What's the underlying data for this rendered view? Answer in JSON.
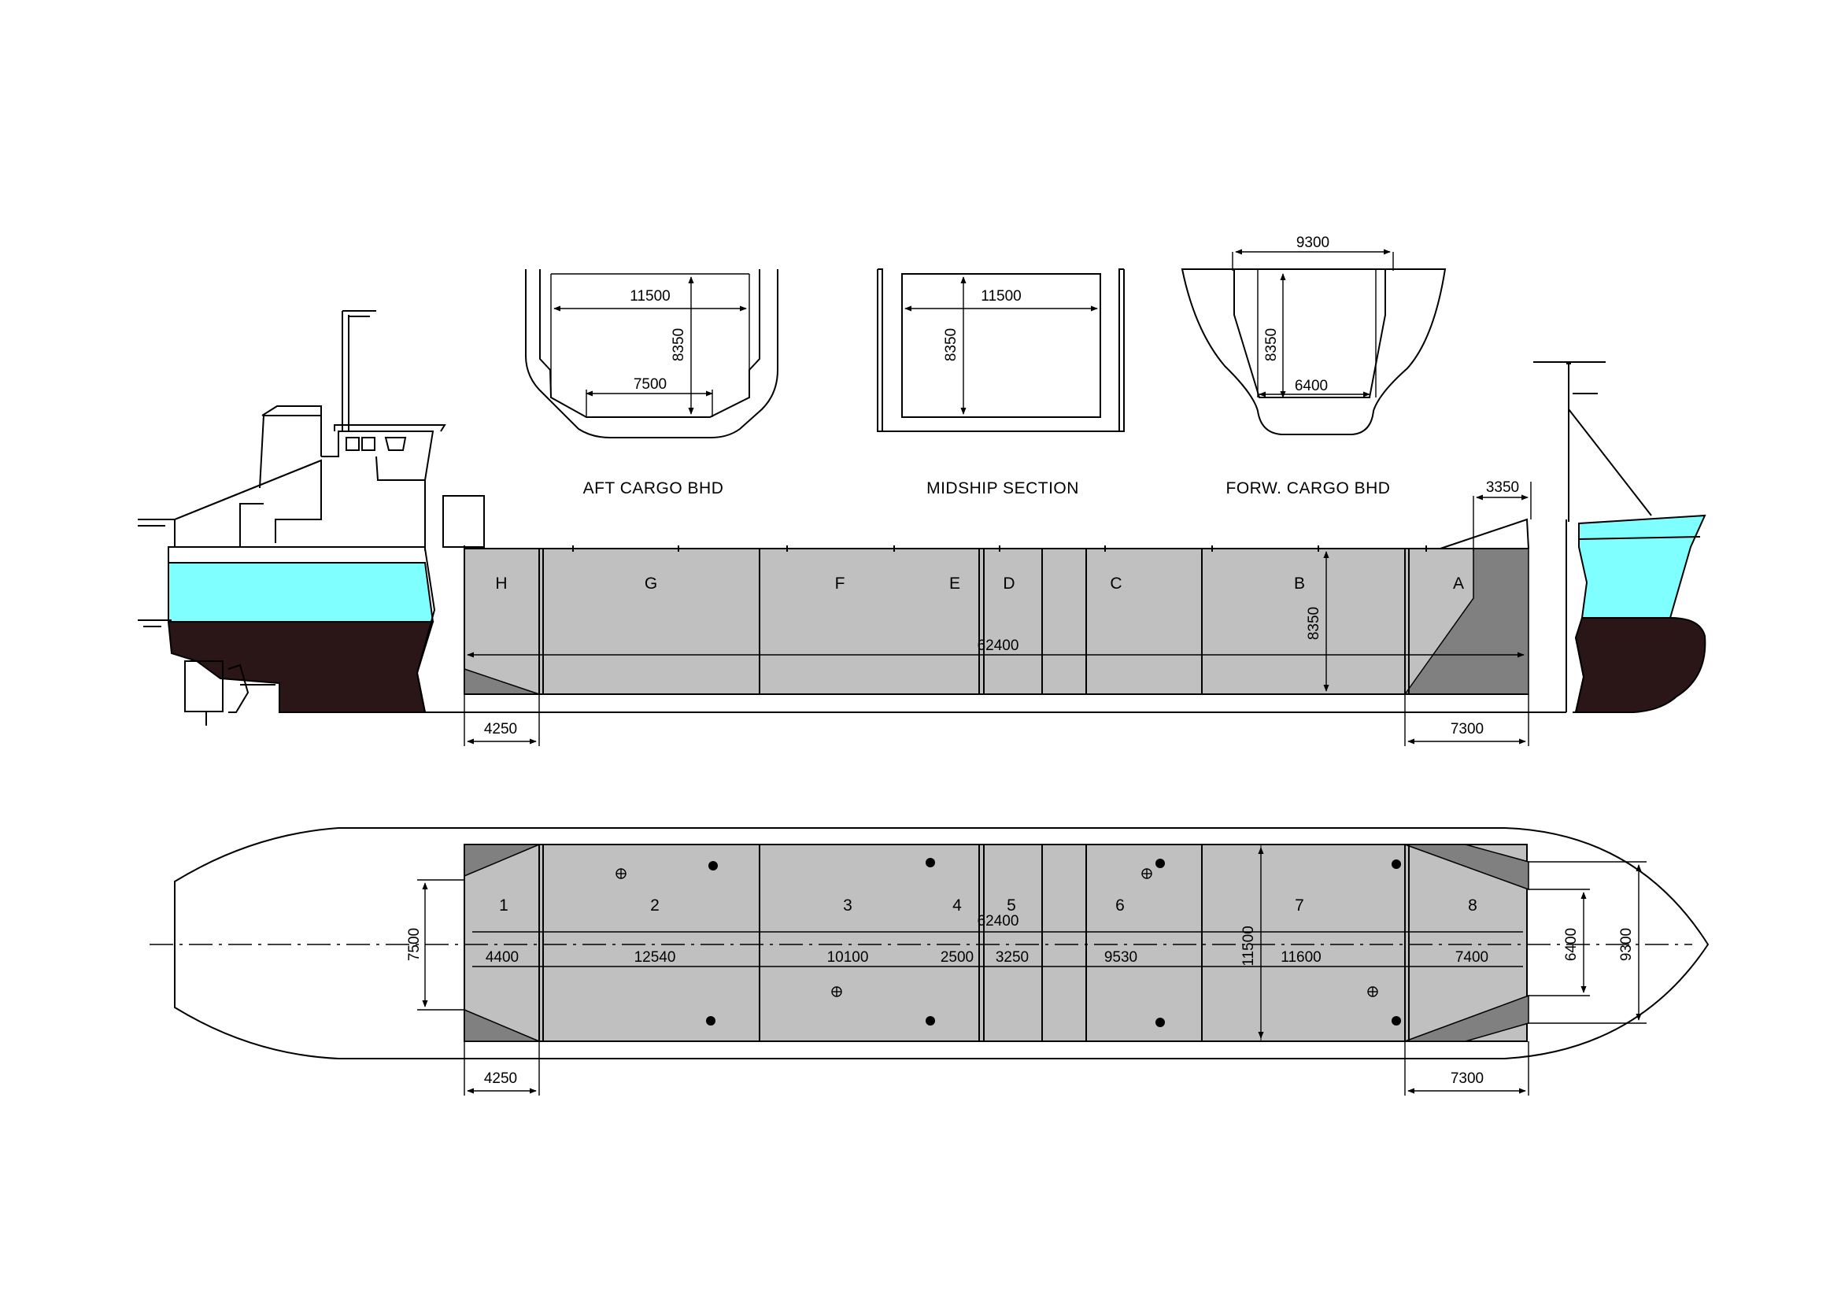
{
  "colors": {
    "hold_fill": "#c0c0c0",
    "hopper_fill": "#808080",
    "hull_cyan": "#7fffff",
    "hull_bottom": "#2b1617",
    "line": "#000000"
  },
  "sections": {
    "aft": {
      "title": "AFT CARGO BHD",
      "width": "11500",
      "height": "8350",
      "bottom": "7500"
    },
    "midship": {
      "title": "MIDSHIP SECTION",
      "width": "11500",
      "height": "8350"
    },
    "forward": {
      "title": "FORW. CARGO BHD",
      "top_width": "9300",
      "height": "8350",
      "bottom": "6400"
    }
  },
  "profile": {
    "hold_labels": [
      "H",
      "G",
      "F",
      "E",
      "D",
      "C",
      "B",
      "A"
    ],
    "hold_length": "62400",
    "hold_height": "8350",
    "aft_hopper": "4250",
    "fwd_hopper": "7300",
    "fwd_top": "3350"
  },
  "plan": {
    "hold_labels": [
      "1",
      "2",
      "3",
      "4",
      "5",
      "6",
      "7",
      "8"
    ],
    "hold_lengths": [
      "4400",
      "12540",
      "10100",
      "2500",
      "3250",
      "9530",
      "11600",
      "7400"
    ],
    "hold_length": "62400",
    "breadth_mid": "11500",
    "aft_breadth": "7500",
    "fwd_breadth": "6400",
    "fwd_outer_breadth": "9300",
    "aft_hopper": "4250",
    "fwd_hopper": "7300"
  }
}
